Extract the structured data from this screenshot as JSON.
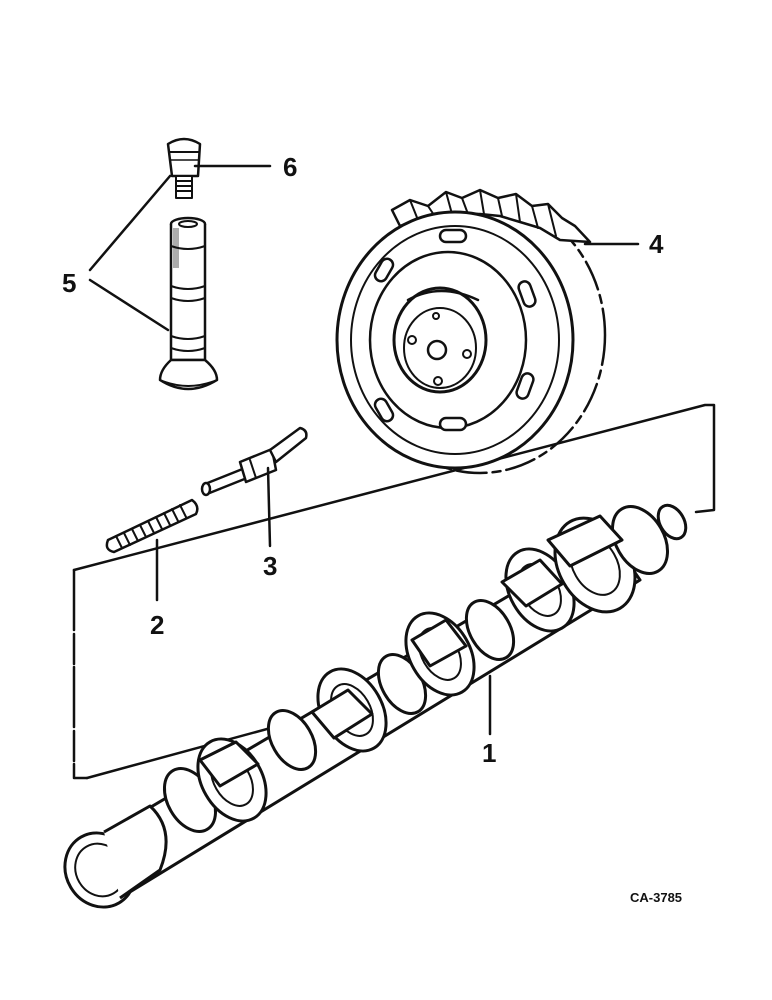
{
  "callouts": {
    "one": "1",
    "two": "2",
    "three": "3",
    "four": "4",
    "five": "5",
    "six": "6"
  },
  "drawing_code": "CA-3785"
}
